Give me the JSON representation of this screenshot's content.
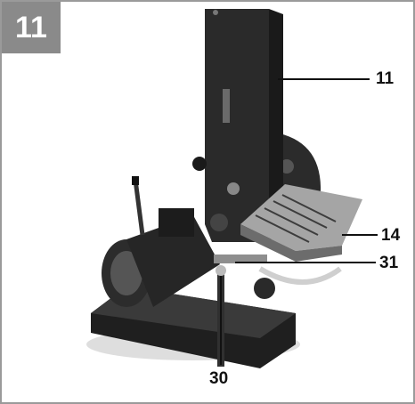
{
  "figure": {
    "number": "11",
    "callouts": {
      "c11": "11",
      "c14": "14",
      "c31": "31",
      "c30": "30"
    }
  },
  "colors": {
    "badge": "#8a8a8a",
    "frame": "#9a9a9a",
    "machine_dark": "#222222",
    "machine_mid": "#3a3a3a",
    "table_light": "#9c9c9c"
  },
  "icons": [
    "belt-disc-sander-illustration"
  ]
}
